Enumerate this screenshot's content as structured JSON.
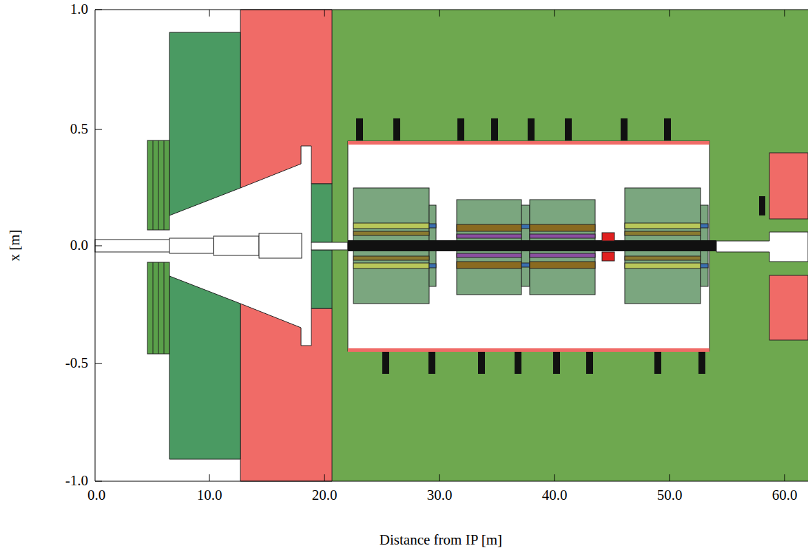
{
  "diagram": {
    "labels": [
      "1.0",
      "0.5",
      "0.0",
      "-0.5",
      "-1.0",
      "x [m]",
      "0.0",
      "10.0",
      "20.0",
      "30.0",
      "40.0",
      "50.0",
      "60.0",
      "Distance from IP [m]"
    ]
  }
}
